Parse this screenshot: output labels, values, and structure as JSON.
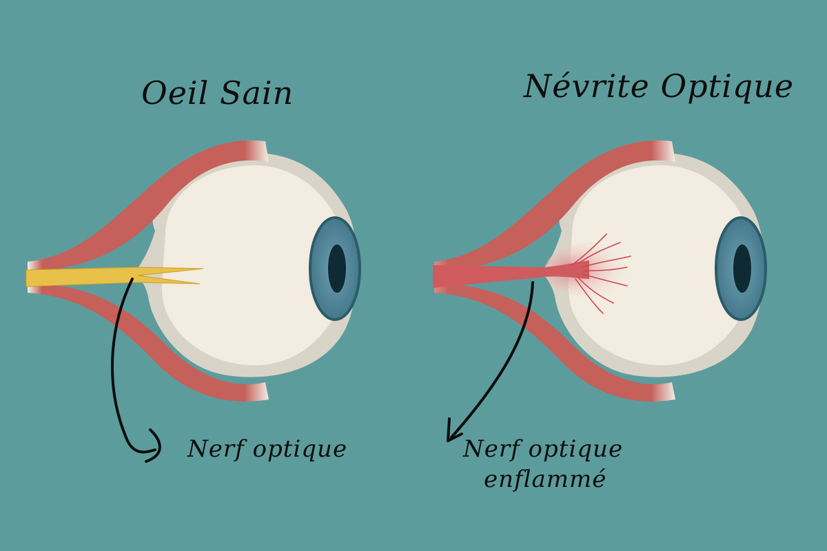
{
  "colors": {
    "background": "#5d9c9c",
    "sclera": "#f3ece1",
    "sclera_shadow": "#d9d4c8",
    "muscle": "#c6605a",
    "muscle_dark": "#9e4440",
    "tendon": "#f2eee6",
    "nerve_healthy": "#e8c14a",
    "nerve_inflamed": "#cf5b5e",
    "iris": "#4f8599",
    "iris_rim": "#2b5c6a",
    "pupil": "#0f2a33",
    "ink": "#0d0d0d"
  },
  "panels": [
    {
      "id": "healthy",
      "title": "Oeil Sain",
      "label": "Nerf optique",
      "nerve_state": "healthy"
    },
    {
      "id": "neuritis",
      "title": "Névrite Optique",
      "label_line1": "Nerf optique",
      "label_line2": "enflammé",
      "nerve_state": "inflamed"
    }
  ]
}
